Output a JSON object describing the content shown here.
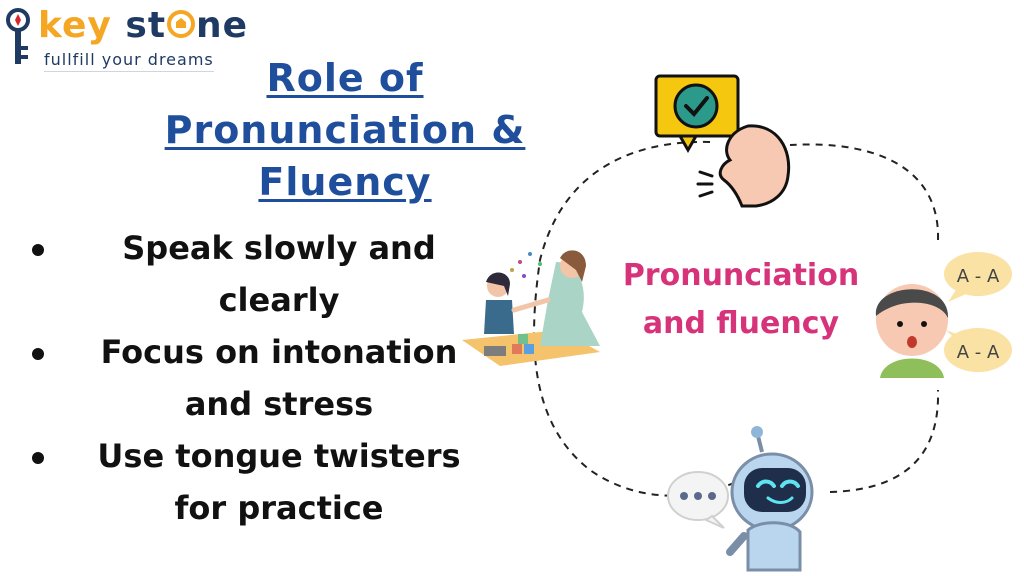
{
  "logo": {
    "word_part1": "key",
    "word_part2": "st",
    "word_part3": "ne",
    "tagline": "fullfill your dreams"
  },
  "title": "Role of Pronunciation & Fluency",
  "bullets": [
    "Speak slowly and clearly",
    "Focus on intonation and stress",
    "Use tongue twisters for practice"
  ],
  "diagram": {
    "center_label": "Pronunciation and fluency",
    "bubble_text": "A - A",
    "colors": {
      "accent_pink": "#d6337a",
      "title_blue": "#1f4e9c",
      "logo_orange": "#f5a623",
      "logo_navy": "#1f3b63"
    },
    "icons": [
      "speaking-check-icon",
      "mother-child-learning-icon",
      "boy-repeating-icon",
      "robot-chat-icon"
    ]
  }
}
